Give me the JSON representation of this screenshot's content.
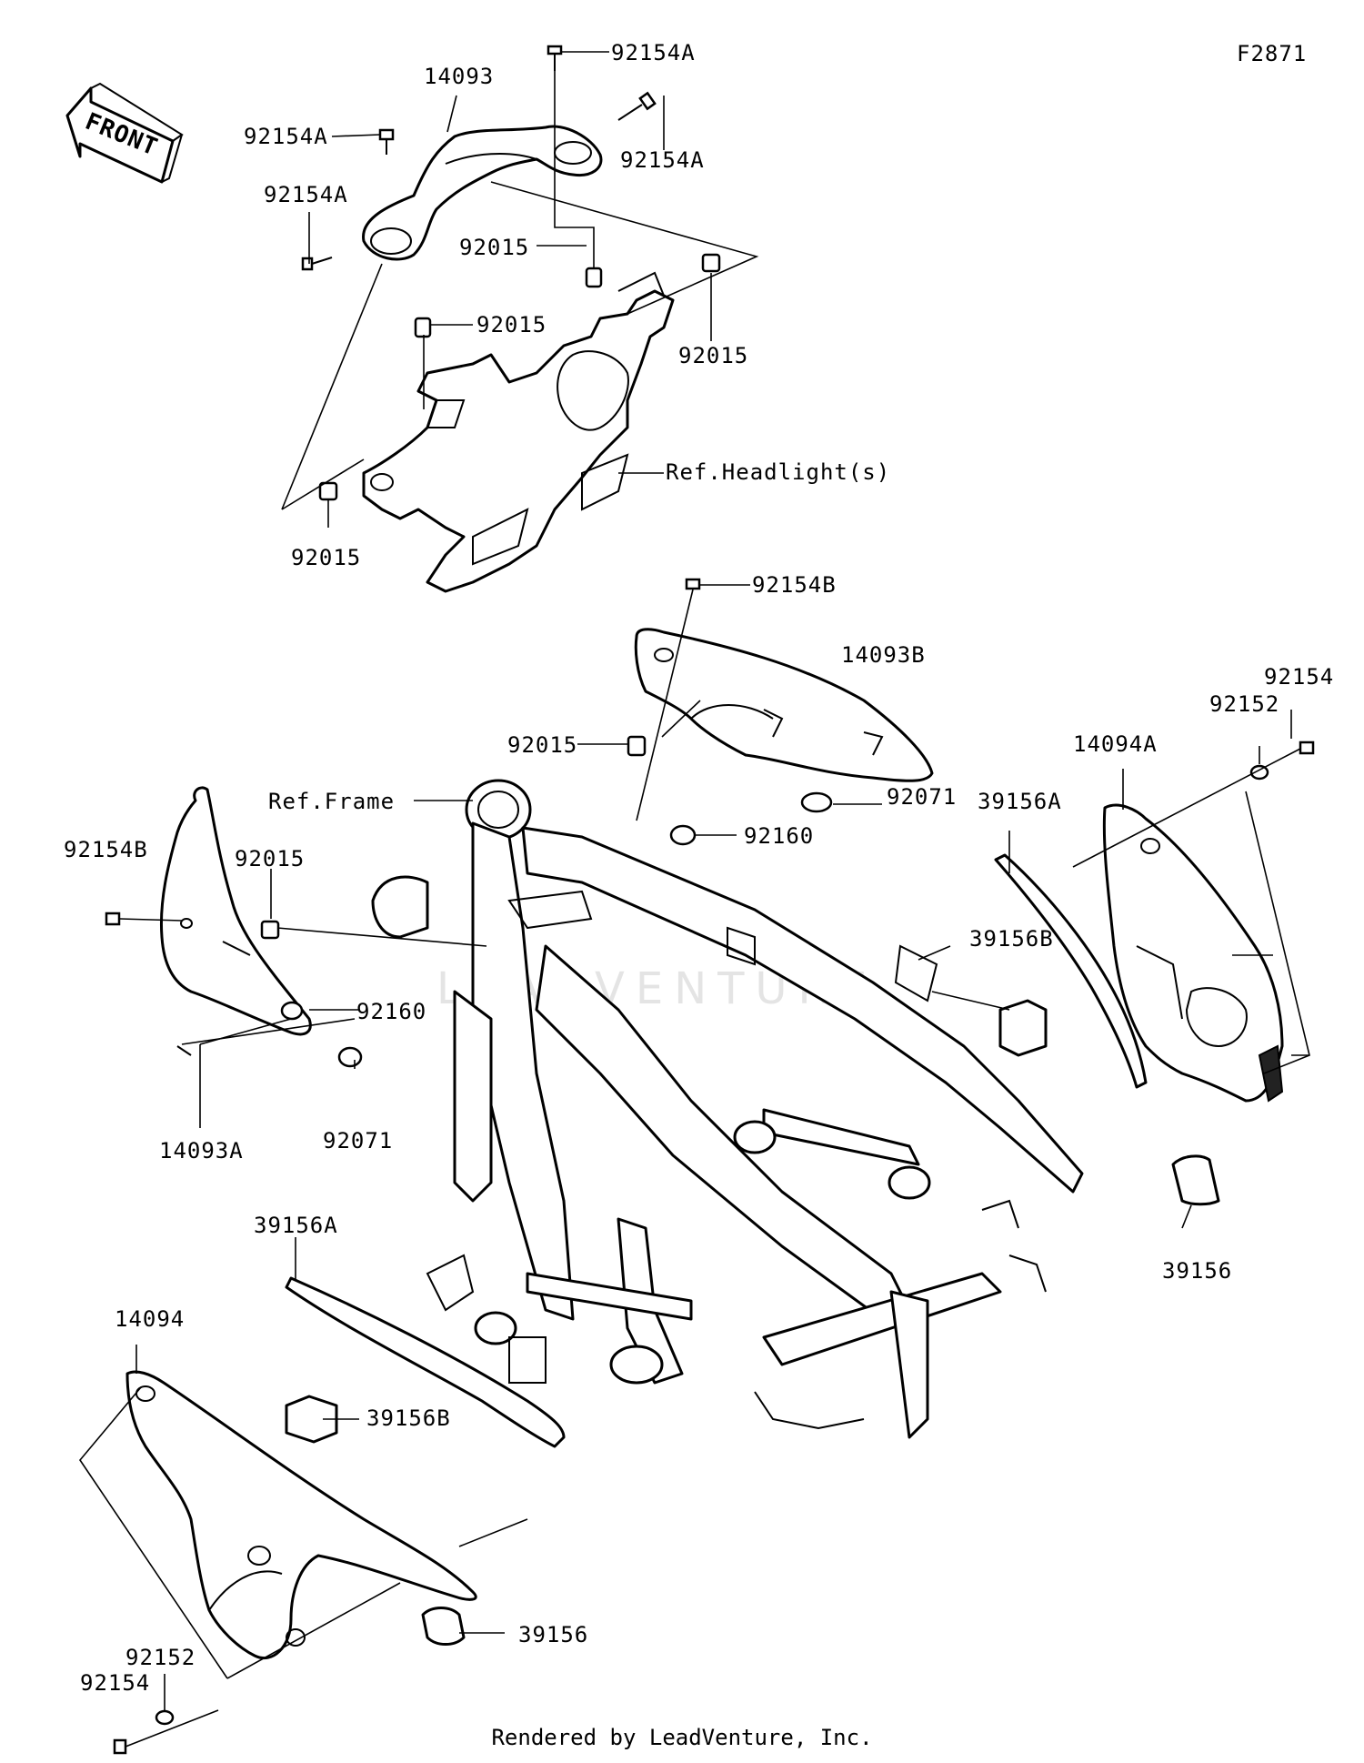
{
  "figure_code": "F2871",
  "front_label": "FRONT",
  "footer": "Rendered by LeadVenture, Inc.",
  "watermark": "LEADVENTURE",
  "labels": {
    "p1": "92154A",
    "p2": "14093",
    "p3": "92154A",
    "p4": "92154A",
    "p5": "92154A",
    "p6": "92015",
    "p7": "92015",
    "p8": "92015",
    "p9": "Ref.Headlight(s)",
    "p10": "92015",
    "p11": "92154B",
    "p12": "14093B",
    "p13": "92154",
    "p14": "92152",
    "p15": "14094A",
    "p16": "92015",
    "p17": "92071",
    "p18": "39156A",
    "p19": "Ref.Frame",
    "p20": "92160",
    "p21": "92154B",
    "p22": "92015",
    "p23": "39156B",
    "p24": "92160",
    "p25": "92071",
    "p26": "14093A",
    "p27": "39156",
    "p28": "39156A",
    "p29": "14094",
    "p30": "39156B",
    "p31": "39156",
    "p32": "92152",
    "p33": "92154"
  }
}
